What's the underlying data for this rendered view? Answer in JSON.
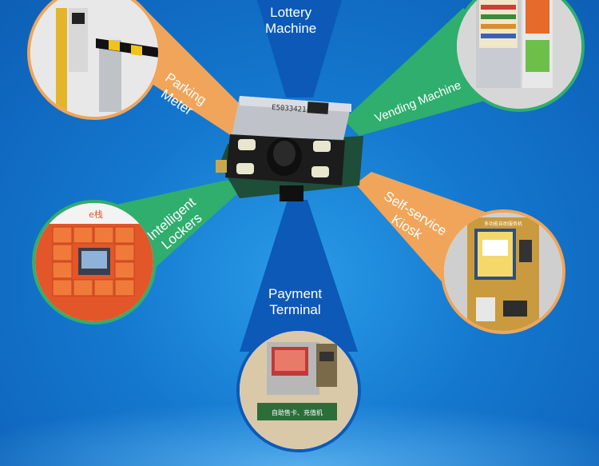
{
  "labels": {
    "lottery": [
      "Lottery",
      "Machine"
    ],
    "parking": [
      "Parking",
      "Meter"
    ],
    "vending": "Vending Machine",
    "lockers": [
      "Intelligent",
      "Lockers"
    ],
    "kiosk": [
      "Self-service",
      "Kiosk"
    ],
    "payment": [
      "Payment",
      "Terminal"
    ]
  },
  "scanner": {
    "serial": "E5033421"
  },
  "photo_text": {
    "locker_brand": "e栈",
    "payment_sign": "自助售卡、充值机",
    "kiosk_header": "多功能自助服务机"
  },
  "colors": {
    "background": "#1478cf",
    "beam_orange": "#f0a55a",
    "beam_green": "#2fae6e",
    "beam_blue": "#0d62c4"
  }
}
